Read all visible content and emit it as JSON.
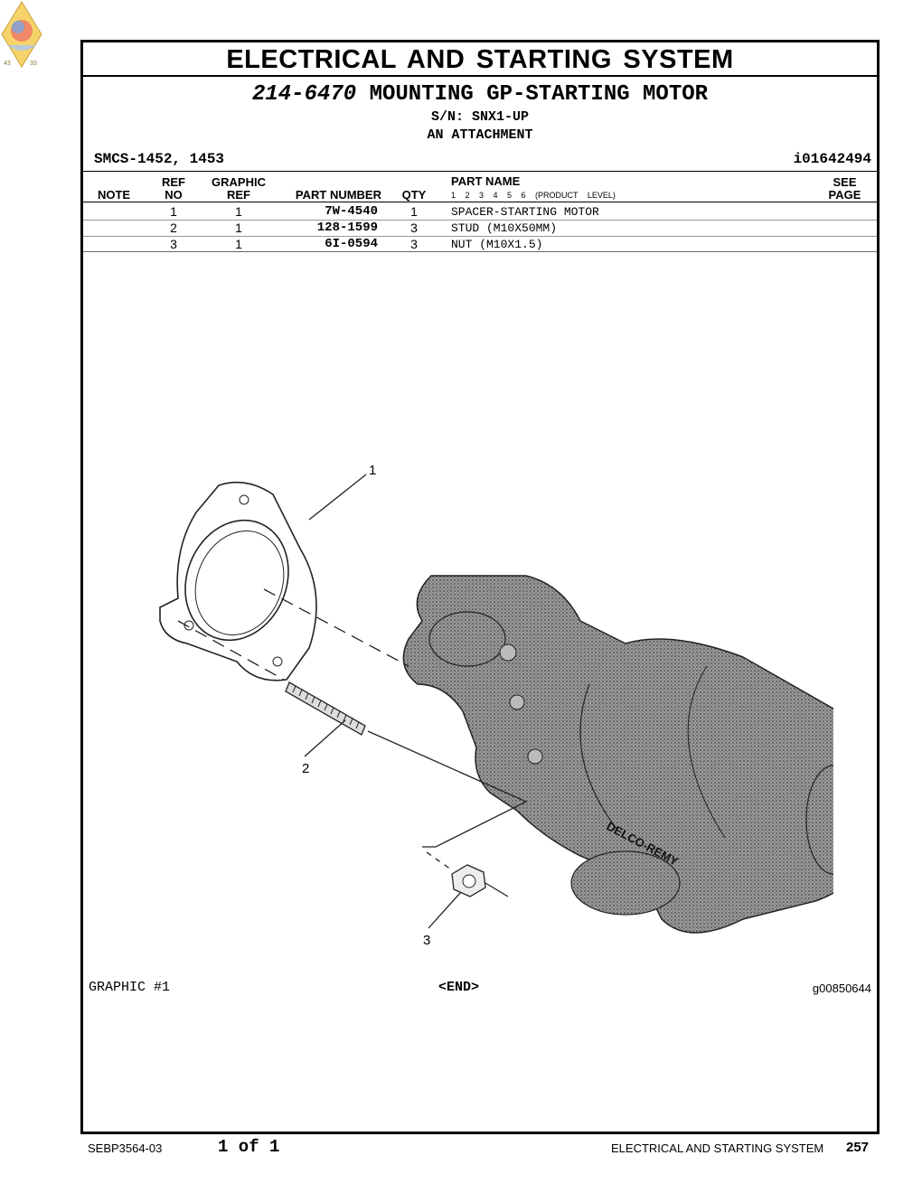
{
  "logo": {
    "left_text": "43",
    "right_text": "33"
  },
  "document": {
    "section_title": "ELECTRICAL AND STARTING SYSTEM",
    "group_number": "214-6470",
    "group_name": "MOUNTING GP-STARTING MOTOR",
    "serial": "S/N: SNX1-UP",
    "attachment": "AN ATTACHMENT",
    "smcs": "SMCS-1452, 1453",
    "info_id": "i01642494"
  },
  "table": {
    "headers": {
      "note": "NOTE",
      "ref_top": "REF",
      "ref_bottom": "NO",
      "graphic_top": "GRAPHIC",
      "graphic_bottom": "REF",
      "part_number": "PART NUMBER",
      "qty": "QTY",
      "part_name": "PART NAME",
      "product_level": "1 2 3 4 5 6 (PRODUCT LEVEL)",
      "see_top": "SEE",
      "see_bottom": "PAGE"
    },
    "rows": [
      {
        "note": "",
        "ref_no": "1",
        "graphic_ref": "1",
        "part_number": "7W-4540",
        "qty": "1",
        "part_name": "SPACER-STARTING MOTOR",
        "see_page": ""
      },
      {
        "note": "",
        "ref_no": "2",
        "graphic_ref": "1",
        "part_number": "128-1599",
        "qty": "3",
        "part_name": "STUD (M10X50MM)",
        "see_page": ""
      },
      {
        "note": "",
        "ref_no": "3",
        "graphic_ref": "1",
        "part_number": "6I-0594",
        "qty": "3",
        "part_name": "NUT (M10X1.5)",
        "see_page": ""
      }
    ]
  },
  "illustration": {
    "callouts": [
      "1",
      "2",
      "3"
    ],
    "motor_label": "DELCO-REMY"
  },
  "graphic_label": "GRAPHIC #1",
  "end_label": "<END>",
  "graphic_id": "g00850644",
  "footer": {
    "doc_number": "SEBP3564-03",
    "page_of": "1 of 1",
    "section": "ELECTRICAL AND STARTING SYSTEM",
    "page_number": "257"
  }
}
